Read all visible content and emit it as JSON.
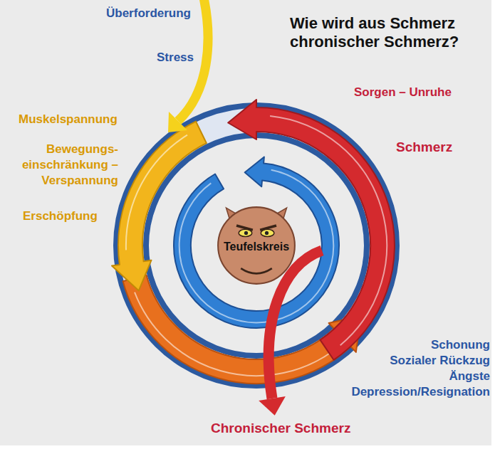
{
  "diagram": {
    "title": "Wie wird aus Schmerz chronischer Schmerz?",
    "nodes": [
      {
        "text": [
          "Teufelskreis"
        ]
      }
    ],
    "labels": [
      "Überforderung",
      "Stress",
      "Sorgen – Unruhe",
      "Schmerz",
      "Muskelspannung",
      "Bewegungs- einschränkung – Verspannung",
      "Erschöpfung",
      "Schonung",
      "Sozialer Rückzug",
      "Ängste",
      "Depression/Resignation",
      "Chronischer Schmerz"
    ]
  }
}
